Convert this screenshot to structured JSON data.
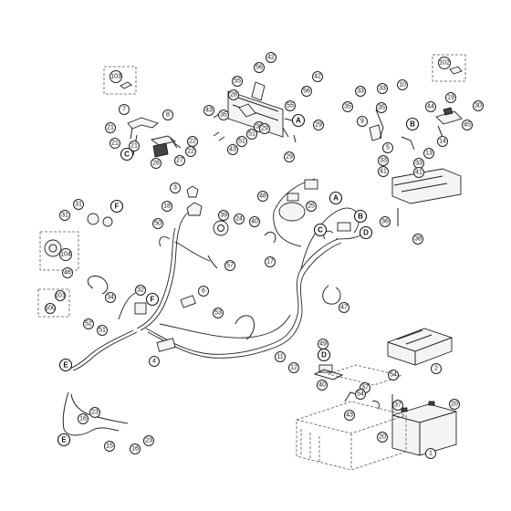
{
  "callouts": {
    "c103": "103",
    "c102": "102",
    "c7": "7",
    "c8": "8",
    "c21a": "21",
    "c21b": "21",
    "c21c": "21",
    "c22a": "22",
    "c22b": "22",
    "c26": "26",
    "c27": "27",
    "c42a": "42",
    "c42b": "42",
    "c56a": "56",
    "c56b": "56",
    "c55a": "55",
    "c55b": "55",
    "c28": "28",
    "c43a": "43",
    "c43b": "43",
    "c35a": "35",
    "c38": "38",
    "c51a": "51",
    "c51b": "51",
    "c29a": "29",
    "c29b": "29",
    "c29c": "29",
    "c33a": "33",
    "c33b": "33",
    "c33c": "33",
    "c33d": "33",
    "c10": "10",
    "c35b": "35",
    "c35c": "35",
    "c9": "9",
    "c5": "5",
    "c13": "13",
    "c41a": "41",
    "c41b": "41",
    "c19": "19",
    "c30": "30",
    "c44": "44",
    "c45": "45",
    "c14": "14",
    "c36": "36",
    "c38b": "38",
    "c3": "3",
    "c18": "18",
    "c31a": "31",
    "c31b": "31",
    "c39": "39",
    "c24": "24",
    "c50": "50",
    "c48": "48",
    "c25": "25",
    "c40a": "40",
    "c57": "57",
    "c17": "17",
    "c104": "104",
    "c46": "46",
    "c47": "47",
    "c34": "34",
    "c32": "32",
    "c6": "6",
    "c101": "101",
    "c100": "100",
    "c52": "52",
    "c51c": "51",
    "c53": "53",
    "c4": "4",
    "c11": "11",
    "c49": "49",
    "c12": "12",
    "c40b": "40",
    "c37a": "37",
    "c54a": "54",
    "c54b": "54",
    "c37b": "37",
    "c2": "2",
    "c20a": "20",
    "c20b": "20",
    "c43c": "43",
    "c1": "1",
    "c23a": "23",
    "c23b": "23",
    "c16a": "16",
    "c16b": "16",
    "c15": "15"
  },
  "connectors": {
    "A1": "A",
    "A2": "A",
    "B1": "B",
    "B2": "B",
    "C1": "C",
    "C2": "C",
    "D1": "D",
    "D2": "D",
    "E1": "E",
    "E2": "E",
    "F1": "F",
    "F2": "F"
  }
}
